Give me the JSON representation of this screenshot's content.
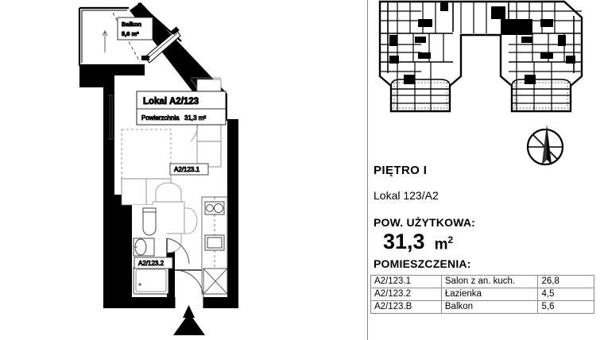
{
  "plan": {
    "unit_box": {
      "title_label": "Lokal",
      "title_code": "A2/123",
      "area_label": "Powierzchnia",
      "area_value": "31,3 m²"
    },
    "balcony_box": {
      "name": "Balkon",
      "area_value": "5,6 m²"
    },
    "room_tags": [
      "A2/123.1",
      "A2/123.2"
    ],
    "entrance_marker": "entrance-arrow",
    "north_marker": "compass-rose"
  },
  "info": {
    "floor": "PIĘTRO I",
    "unit": "Lokal 123/A2",
    "usable_area_label": "POW. UŻYTKOWA:",
    "usable_area_value": "31,3",
    "usable_area_unit": "m",
    "usable_area_unit_sup": "2",
    "rooms_label": "POMIESZCZENIA:"
  },
  "rooms_table": {
    "rows": [
      {
        "code": "A2/123.1",
        "name": "Salon z an. kuch.",
        "area": "26,8"
      },
      {
        "code": "A2/123.2",
        "name": "Łazienka",
        "area": "4,5"
      },
      {
        "code": "A2/123.B",
        "name": "Balkon",
        "area": "5,6"
      }
    ]
  },
  "colors": {
    "wall": "#000000",
    "line": "#1a1a1a",
    "thin": "#555555",
    "border": "#8a8a8a",
    "background": "#ffffff"
  }
}
